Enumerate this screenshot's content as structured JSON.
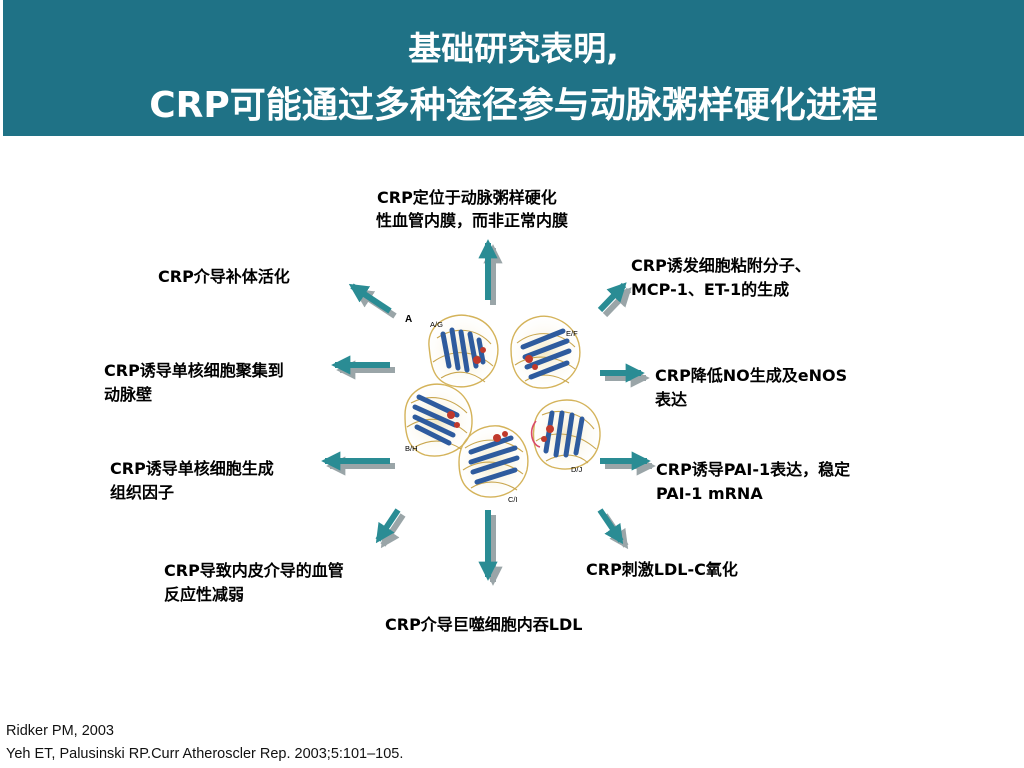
{
  "header": {
    "title_line1": "基础研究表明,",
    "title_line2": "CRP可能通过多种途径参与动脉粥样硬化进程",
    "background": "#1f7286"
  },
  "figure": {
    "subunit_labels": [
      "A/G",
      "E/F",
      "D/J",
      "C/I",
      "B/H"
    ],
    "panel_label": "A",
    "arrow_color": "#2a8c94"
  },
  "mechanisms": {
    "top": [
      "CRP定位于动脉粥样硬化",
      "性血管内膜，而非正常内膜"
    ],
    "top_right": [
      "CRP诱发细胞粘附分子、",
      "MCP-1、ET-1的生成"
    ],
    "right_upper": [
      "CRP降低NO生成及eNOS",
      "表达"
    ],
    "right_lower": [
      "CRP诱导PAI-1表达，稳定",
      "PAI-1 mRNA"
    ],
    "bottom_right": [
      "CRP刺激LDL-C氧化"
    ],
    "bottom": [
      "CRP介导巨噬细胞内吞LDL"
    ],
    "bottom_left": [
      "CRP导致内皮介导的血管",
      "反应性减弱"
    ],
    "left_lower": [
      "CRP诱导单核细胞生成",
      "组织因子"
    ],
    "left_upper": [
      "CRP诱导单核细胞聚集到",
      "动脉壁"
    ],
    "top_left": [
      "CRP介导补体活化"
    ]
  },
  "references": [
    "Ridker PM, 2003",
    "Yeh ET, Palusinski RP.Curr Atheroscler Rep. 2003;5:101–105."
  ]
}
